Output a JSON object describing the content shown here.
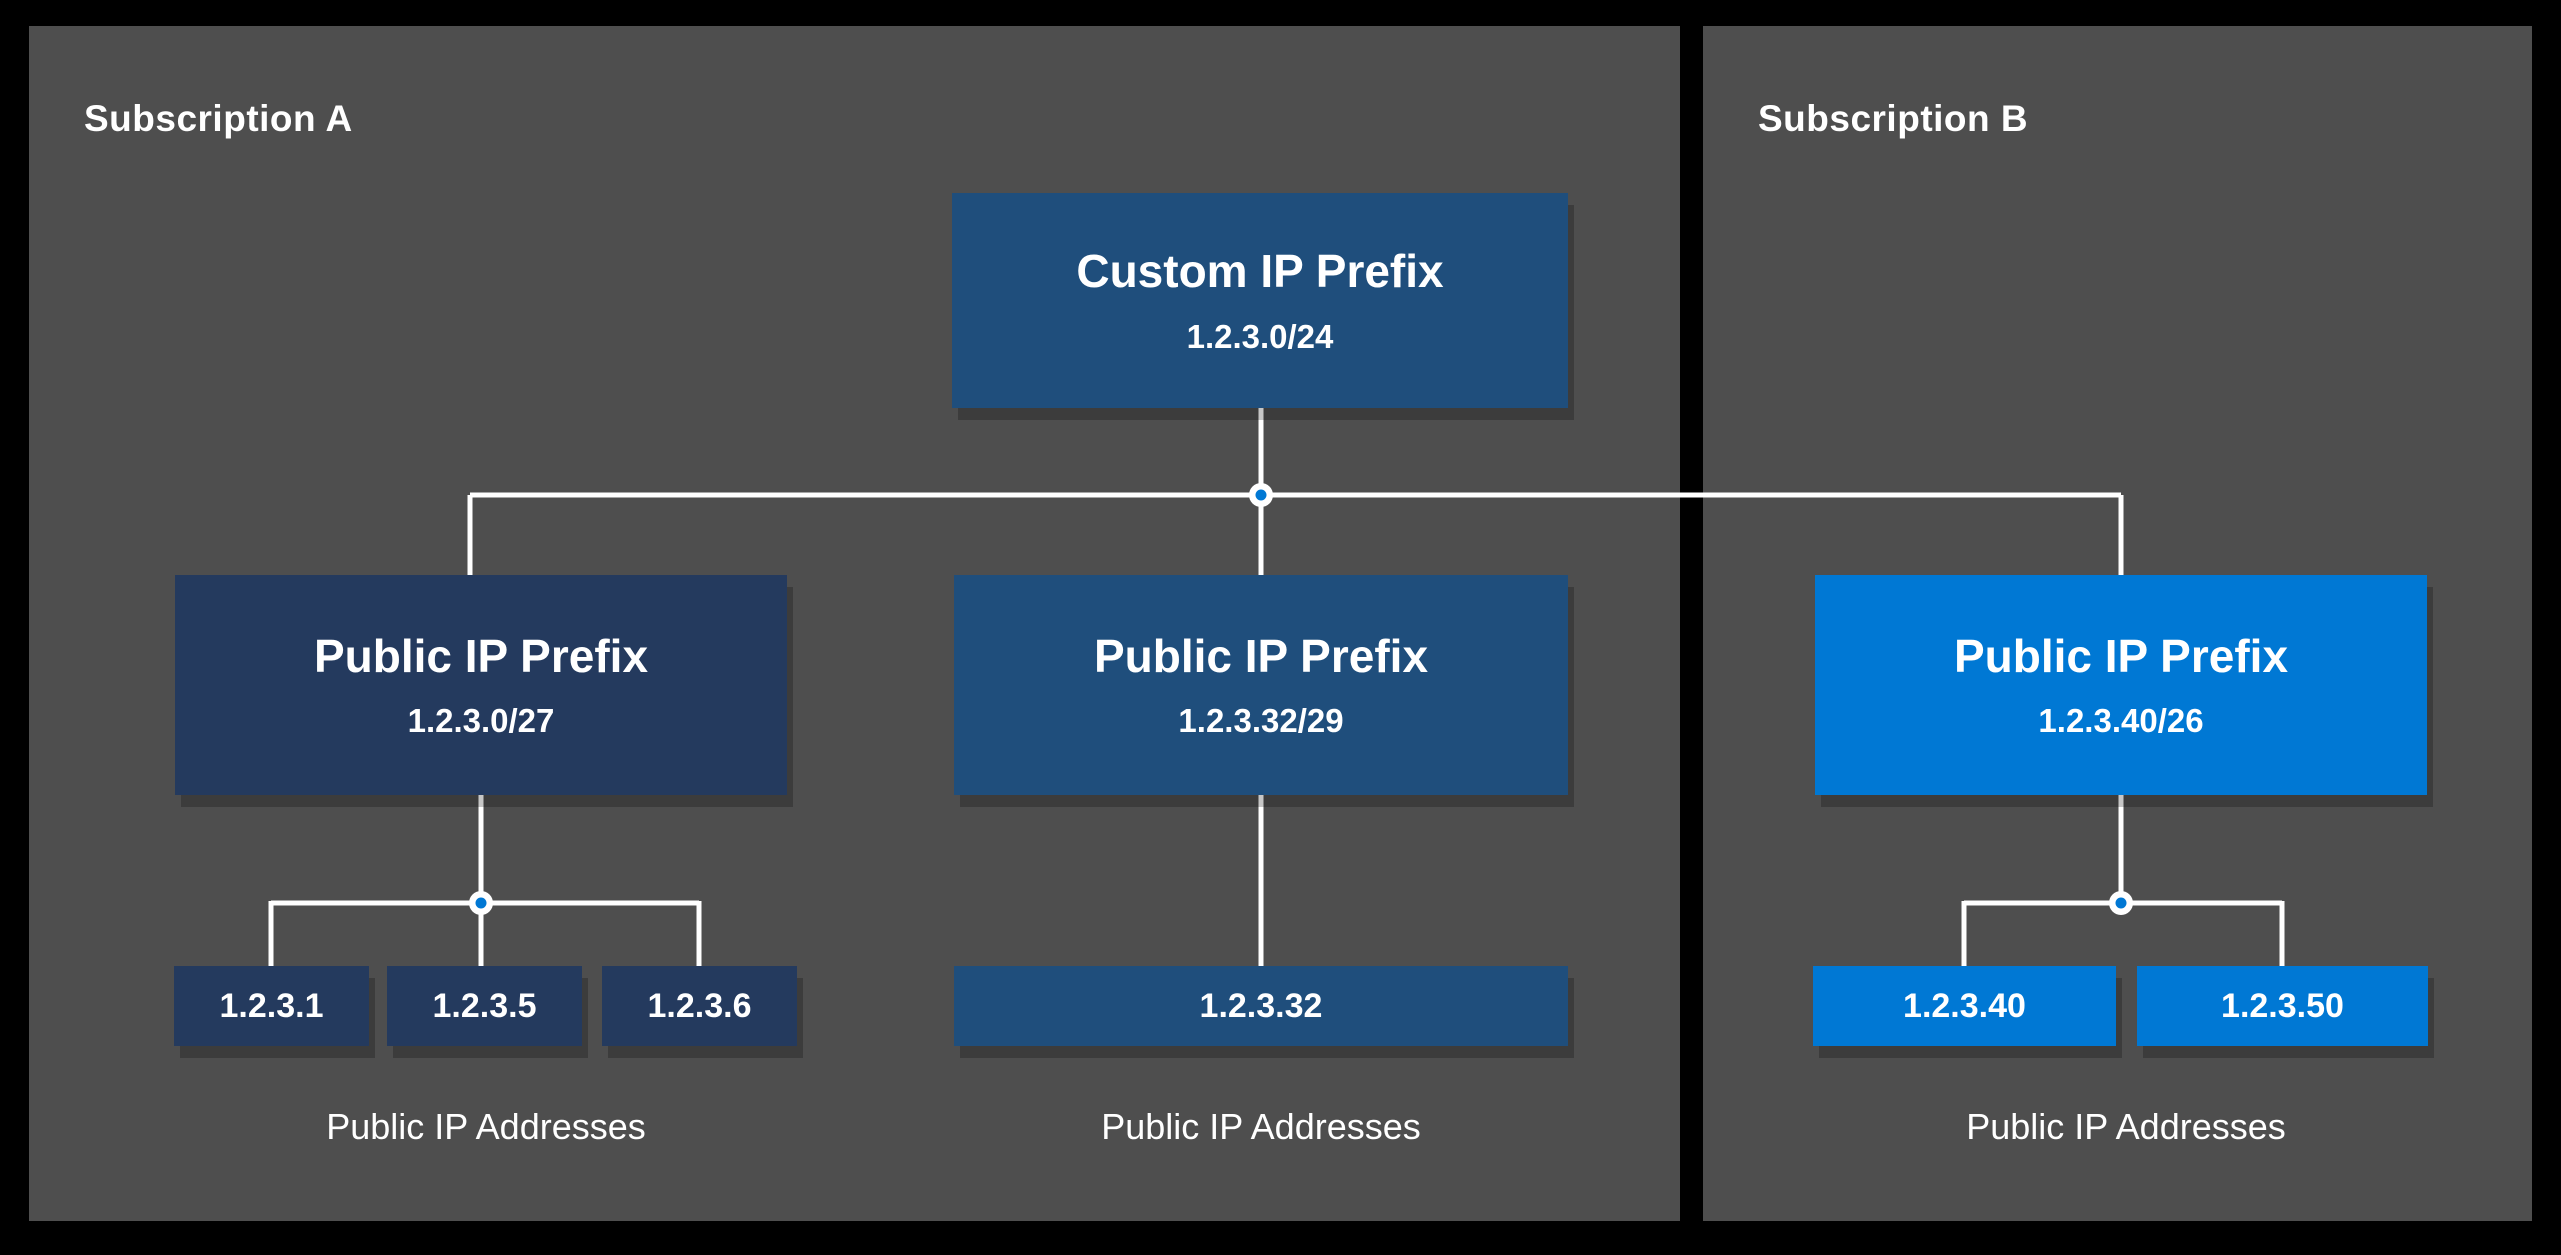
{
  "panels": [
    {
      "label": "Subscription A"
    },
    {
      "label": "Subscription B"
    }
  ],
  "custom_prefix": {
    "title": "Custom IP Prefix",
    "cidr": "1.2.3.0/24"
  },
  "prefixes": [
    {
      "title": "Public IP Prefix",
      "cidr": "1.2.3.0/27",
      "addresses": [
        "1.2.3.1",
        "1.2.3.5",
        "1.2.3.6"
      ],
      "caption": "Public IP Addresses"
    },
    {
      "title": "Public IP Prefix",
      "cidr": "1.2.3.32/29",
      "addresses": [
        "1.2.3.32"
      ],
      "caption": "Public IP Addresses"
    },
    {
      "title": "Public IP Prefix",
      "cidr": "1.2.3.40/26",
      "addresses": [
        "1.2.3.40",
        "1.2.3.50"
      ],
      "caption": "Public IP Addresses"
    }
  ],
  "colors": {
    "background": "#000000",
    "panel": "#4E4E4E",
    "navy": "#243A5E",
    "medium_blue": "#1F4E7C",
    "bright_blue": "#0078D4",
    "line": "#FFFFFF",
    "junction_dot": "#0078D4",
    "text": "#FFFFFF"
  }
}
